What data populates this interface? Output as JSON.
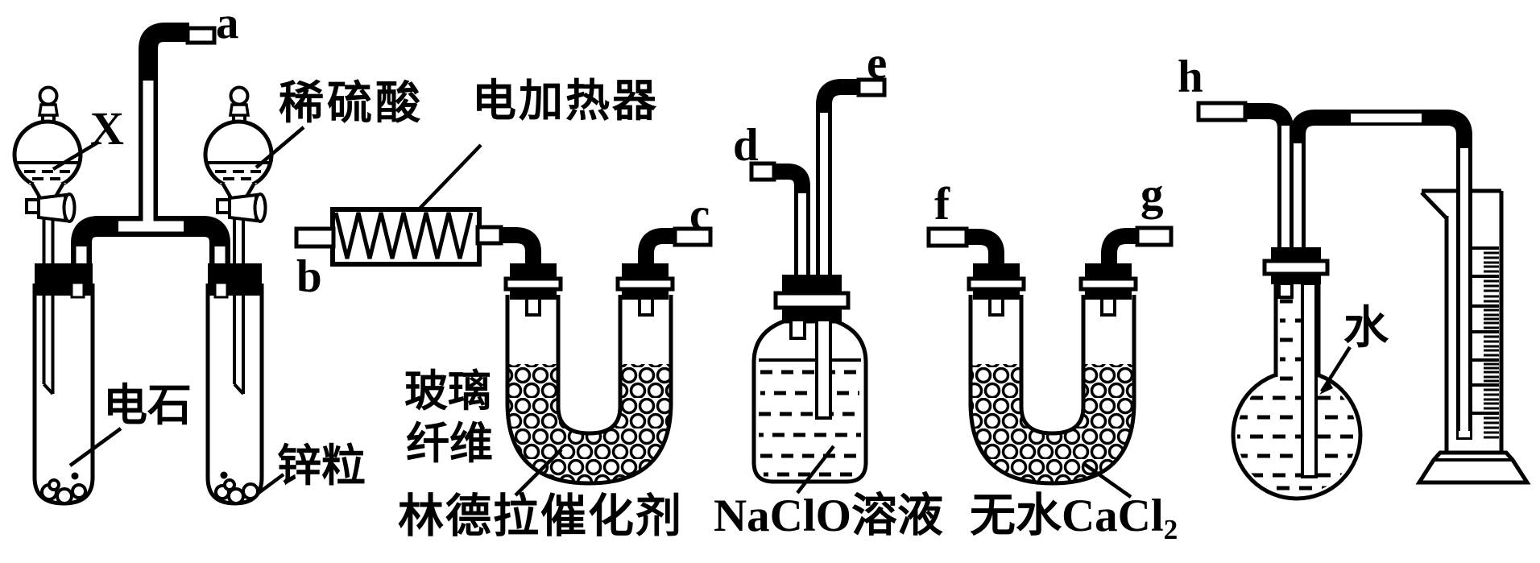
{
  "ports": {
    "a": "a",
    "b": "b",
    "c": "c",
    "d": "d",
    "e": "e",
    "f": "f",
    "g": "g",
    "h": "h"
  },
  "labels": {
    "x_reagent": "X",
    "dilute_sulfuric_acid": "稀硫酸",
    "electric_heater": "电加热器",
    "calcium_carbide": "电石",
    "zinc_granules": "锌粒",
    "glass_fiber_line1": "玻璃",
    "glass_fiber_line2": "纤维",
    "lindlar_catalyst": "林德拉催化剂",
    "naclo_solution": "NaClO溶液",
    "anhydrous_cacl2_main": "无水CaCl",
    "anhydrous_cacl2_sub": "2",
    "water": "水"
  },
  "colors": {
    "ink": "#000000",
    "paper": "#ffffff"
  }
}
